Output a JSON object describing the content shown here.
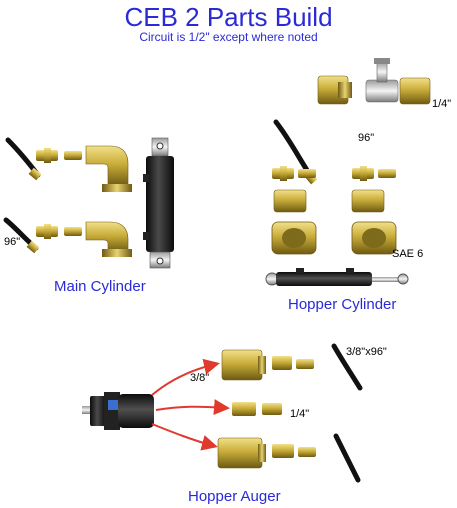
{
  "title": "CEB 2 Parts Build",
  "subtitle": "Circuit is 1/2\" except where noted",
  "sections": {
    "main_cylinder": "Main Cylinder",
    "hopper_cylinder": "Hopper Cylinder",
    "hopper_auger": "Hopper Auger"
  },
  "notes": {
    "main_hose_length": "96\"",
    "hopper_tee_size": "1/4\"",
    "hopper_hose_length": "96\"",
    "hopper_fitting": "SAE 6",
    "auger_top_size": "3/8\"",
    "auger_top_hose": "3/8\"x96\"",
    "auger_mid_size": "1/4\""
  },
  "colors": {
    "heading": "#2a2ad6",
    "brass": "#c9ad3a",
    "steel": "#1c1c1c",
    "arrow": "#e03a2e"
  }
}
